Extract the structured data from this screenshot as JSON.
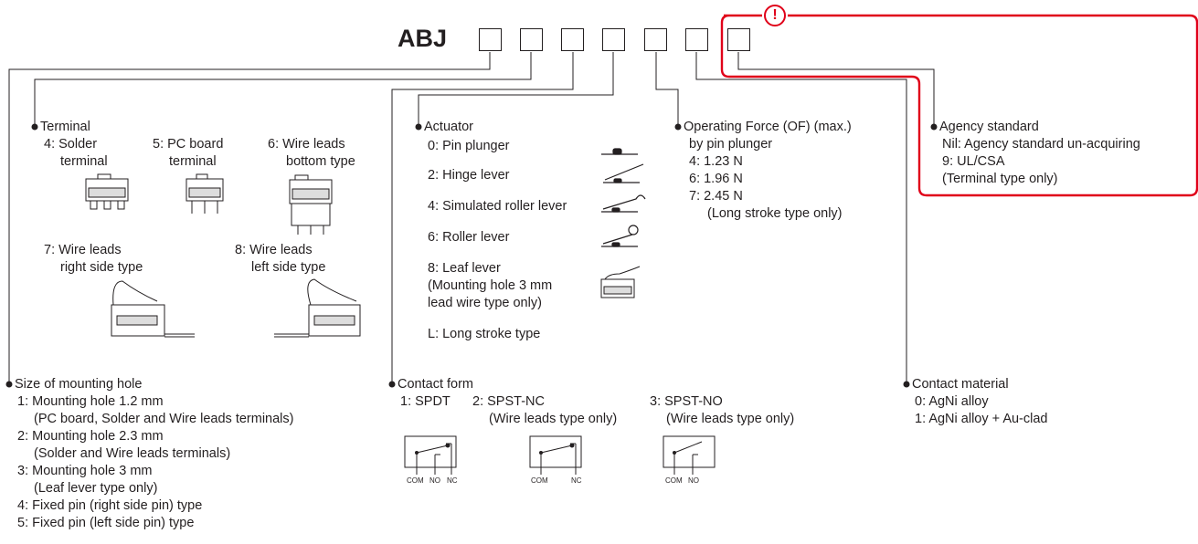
{
  "colors": {
    "ink": "#231f20",
    "highlight": "#e00019"
  },
  "title": "ABJ",
  "warning_symbol": "!",
  "terminal": {
    "heading": "Terminal",
    "solder_line1": "4: Solder",
    "solder_line2": "terminal",
    "pcb_line1": "5: PC board",
    "pcb_line2": "terminal",
    "wire_bottom_line1": "6: Wire leads",
    "wire_bottom_line2": "bottom type",
    "wire_right_line1": "7: Wire leads",
    "wire_right_line2": "right side type",
    "wire_left_line1": "8: Wire leads",
    "wire_left_line2": "left side type"
  },
  "actuator": {
    "heading": "Actuator",
    "items": [
      "0: Pin plunger",
      "2: Hinge lever",
      "4: Simulated roller lever",
      "6: Roller lever",
      "8: Leaf lever",
      "(Mounting hole 3 mm",
      "lead wire type only)",
      "L: Long stroke type"
    ]
  },
  "operating_force": {
    "heading": "Operating Force (OF) (max.)",
    "sub": "by pin plunger",
    "items": [
      "4: 1.23 N",
      "6: 1.96 N",
      "7: 2.45 N",
      "(Long stroke type only)"
    ]
  },
  "agency": {
    "heading": "Agency standard",
    "items": [
      "Nil: Agency standard un-acquiring",
      "9: UL/CSA",
      "(Terminal type only)"
    ]
  },
  "mounting_hole": {
    "heading": "Size of mounting hole",
    "items": [
      "1: Mounting hole 1.2 mm",
      "(PC board, Solder and Wire leads terminals)",
      "2: Mounting hole 2.3 mm",
      "(Solder and Wire leads terminals)",
      "3: Mounting hole 3 mm",
      "(Leaf lever type only)",
      "4: Fixed pin (right side pin) type",
      "5: Fixed pin (left side pin) type"
    ]
  },
  "contact_form": {
    "heading": "Contact form",
    "spdt": "1: SPDT",
    "spst_nc": "2: SPST-NC",
    "spst_nc_note": "(Wire leads type only)",
    "spst_no": "3: SPST-NO",
    "spst_no_note": "(Wire leads type only)",
    "com": "COM",
    "no": "NO",
    "nc": "NC"
  },
  "contact_material": {
    "heading": "Contact material",
    "items": [
      "0: AgNi alloy",
      "1: AgNi alloy + Au-clad"
    ]
  }
}
